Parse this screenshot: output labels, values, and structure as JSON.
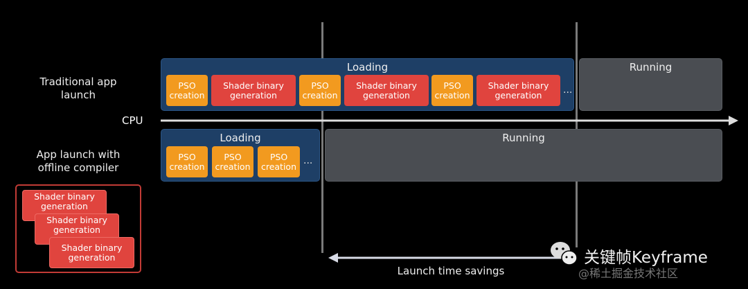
{
  "rows": {
    "traditional": {
      "label": "Traditional app launch",
      "loading": "Loading",
      "running": "Running",
      "blocks": [
        "PSO creation",
        "Shader binary generation",
        "PSO creation",
        "Shader binary generation",
        "PSO creation",
        "Shader binary generation"
      ],
      "ellipsis": "..."
    },
    "offline": {
      "label": "App launch with offline compiler",
      "loading": "Loading",
      "running": "Running",
      "blocks": [
        "PSO creation",
        "PSO creation",
        "PSO creation"
      ],
      "ellipsis": "..."
    }
  },
  "axis": {
    "label": "CPU"
  },
  "offline_box": {
    "cards": [
      "Shader binary generation",
      "Shader binary generation",
      "Shader binary generation"
    ]
  },
  "savings": {
    "label": "Launch time savings"
  },
  "watermark": {
    "brand": "关键帧Keyframe",
    "source": "@稀土掘金技术社区"
  },
  "colors": {
    "loading": "#1e3f66",
    "running": "#4a4d52",
    "pso": "#f29a1f",
    "shader": "#e0443e"
  }
}
